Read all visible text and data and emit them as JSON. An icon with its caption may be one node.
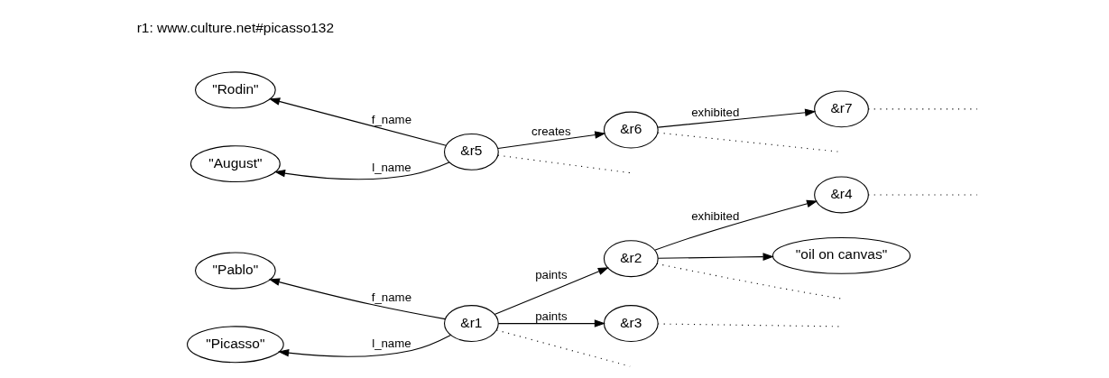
{
  "diagram": {
    "nodes": [
      {
        "text": [
          "\"Pablo\""
        ]
      },
      {
        "text": [
          "\"Picasso\""
        ]
      },
      {
        "text": [
          "&r1"
        ]
      },
      {
        "text": [
          "&r2"
        ]
      },
      {
        "text": [
          "&r3"
        ]
      },
      {
        "text": [
          "&r4"
        ]
      },
      {
        "text": [
          "\"oil on canvas\""
        ]
      },
      {
        "text": [
          "\"Rodin\""
        ]
      },
      {
        "text": [
          "&r5"
        ]
      },
      {
        "text": [
          "&r6"
        ]
      },
      {
        "text": [
          "&r7"
        ]
      },
      {
        "text": [
          "\"August\""
        ]
      }
    ],
    "edges": [
      {
        "from": 2,
        "to": 0,
        "arrow": "to",
        "label": "f_name"
      },
      {
        "from": 2,
        "to": 1,
        "arrow": "to",
        "label": "l_name"
      },
      {
        "from": 2,
        "to": 3,
        "arrow": "to",
        "label": "paints"
      },
      {
        "from": 2,
        "to": 4,
        "arrow": "to",
        "label": "paints"
      },
      {
        "from": 3,
        "to": 5,
        "arrow": "to",
        "label": "exhibited"
      },
      {
        "from": 3,
        "to": 6,
        "arrow": "to"
      },
      {
        "from": 8,
        "to": 7,
        "arrow": "to",
        "label": "f_name"
      },
      {
        "from": 8,
        "to": 11,
        "arrow": "to",
        "label": "l_name"
      },
      {
        "from": 8,
        "to": 9,
        "arrow": "to",
        "label": "creates"
      },
      {
        "from": 9,
        "to": 10,
        "arrow": "to",
        "label": "exhibited"
      },
      {
        "from": 2,
        "to": null,
        "arrow": "none",
        "style": "dashed"
      },
      {
        "from": 3,
        "to": null,
        "arrow": "none",
        "style": "dashed"
      },
      {
        "from": 4,
        "to": null,
        "arrow": "none",
        "style": "dashed"
      },
      {
        "from": 5,
        "to": null,
        "arrow": "none",
        "style": "dashed"
      },
      {
        "from": 8,
        "to": null,
        "arrow": "none",
        "style": "dashed"
      },
      {
        "from": 9,
        "to": null,
        "arrow": "none",
        "style": "dashed"
      },
      {
        "from": 10,
        "to": null,
        "arrow": "none",
        "style": "dashed"
      }
    ],
    "labels": [
      "r1: www.culture.net#picasso132"
    ]
  }
}
